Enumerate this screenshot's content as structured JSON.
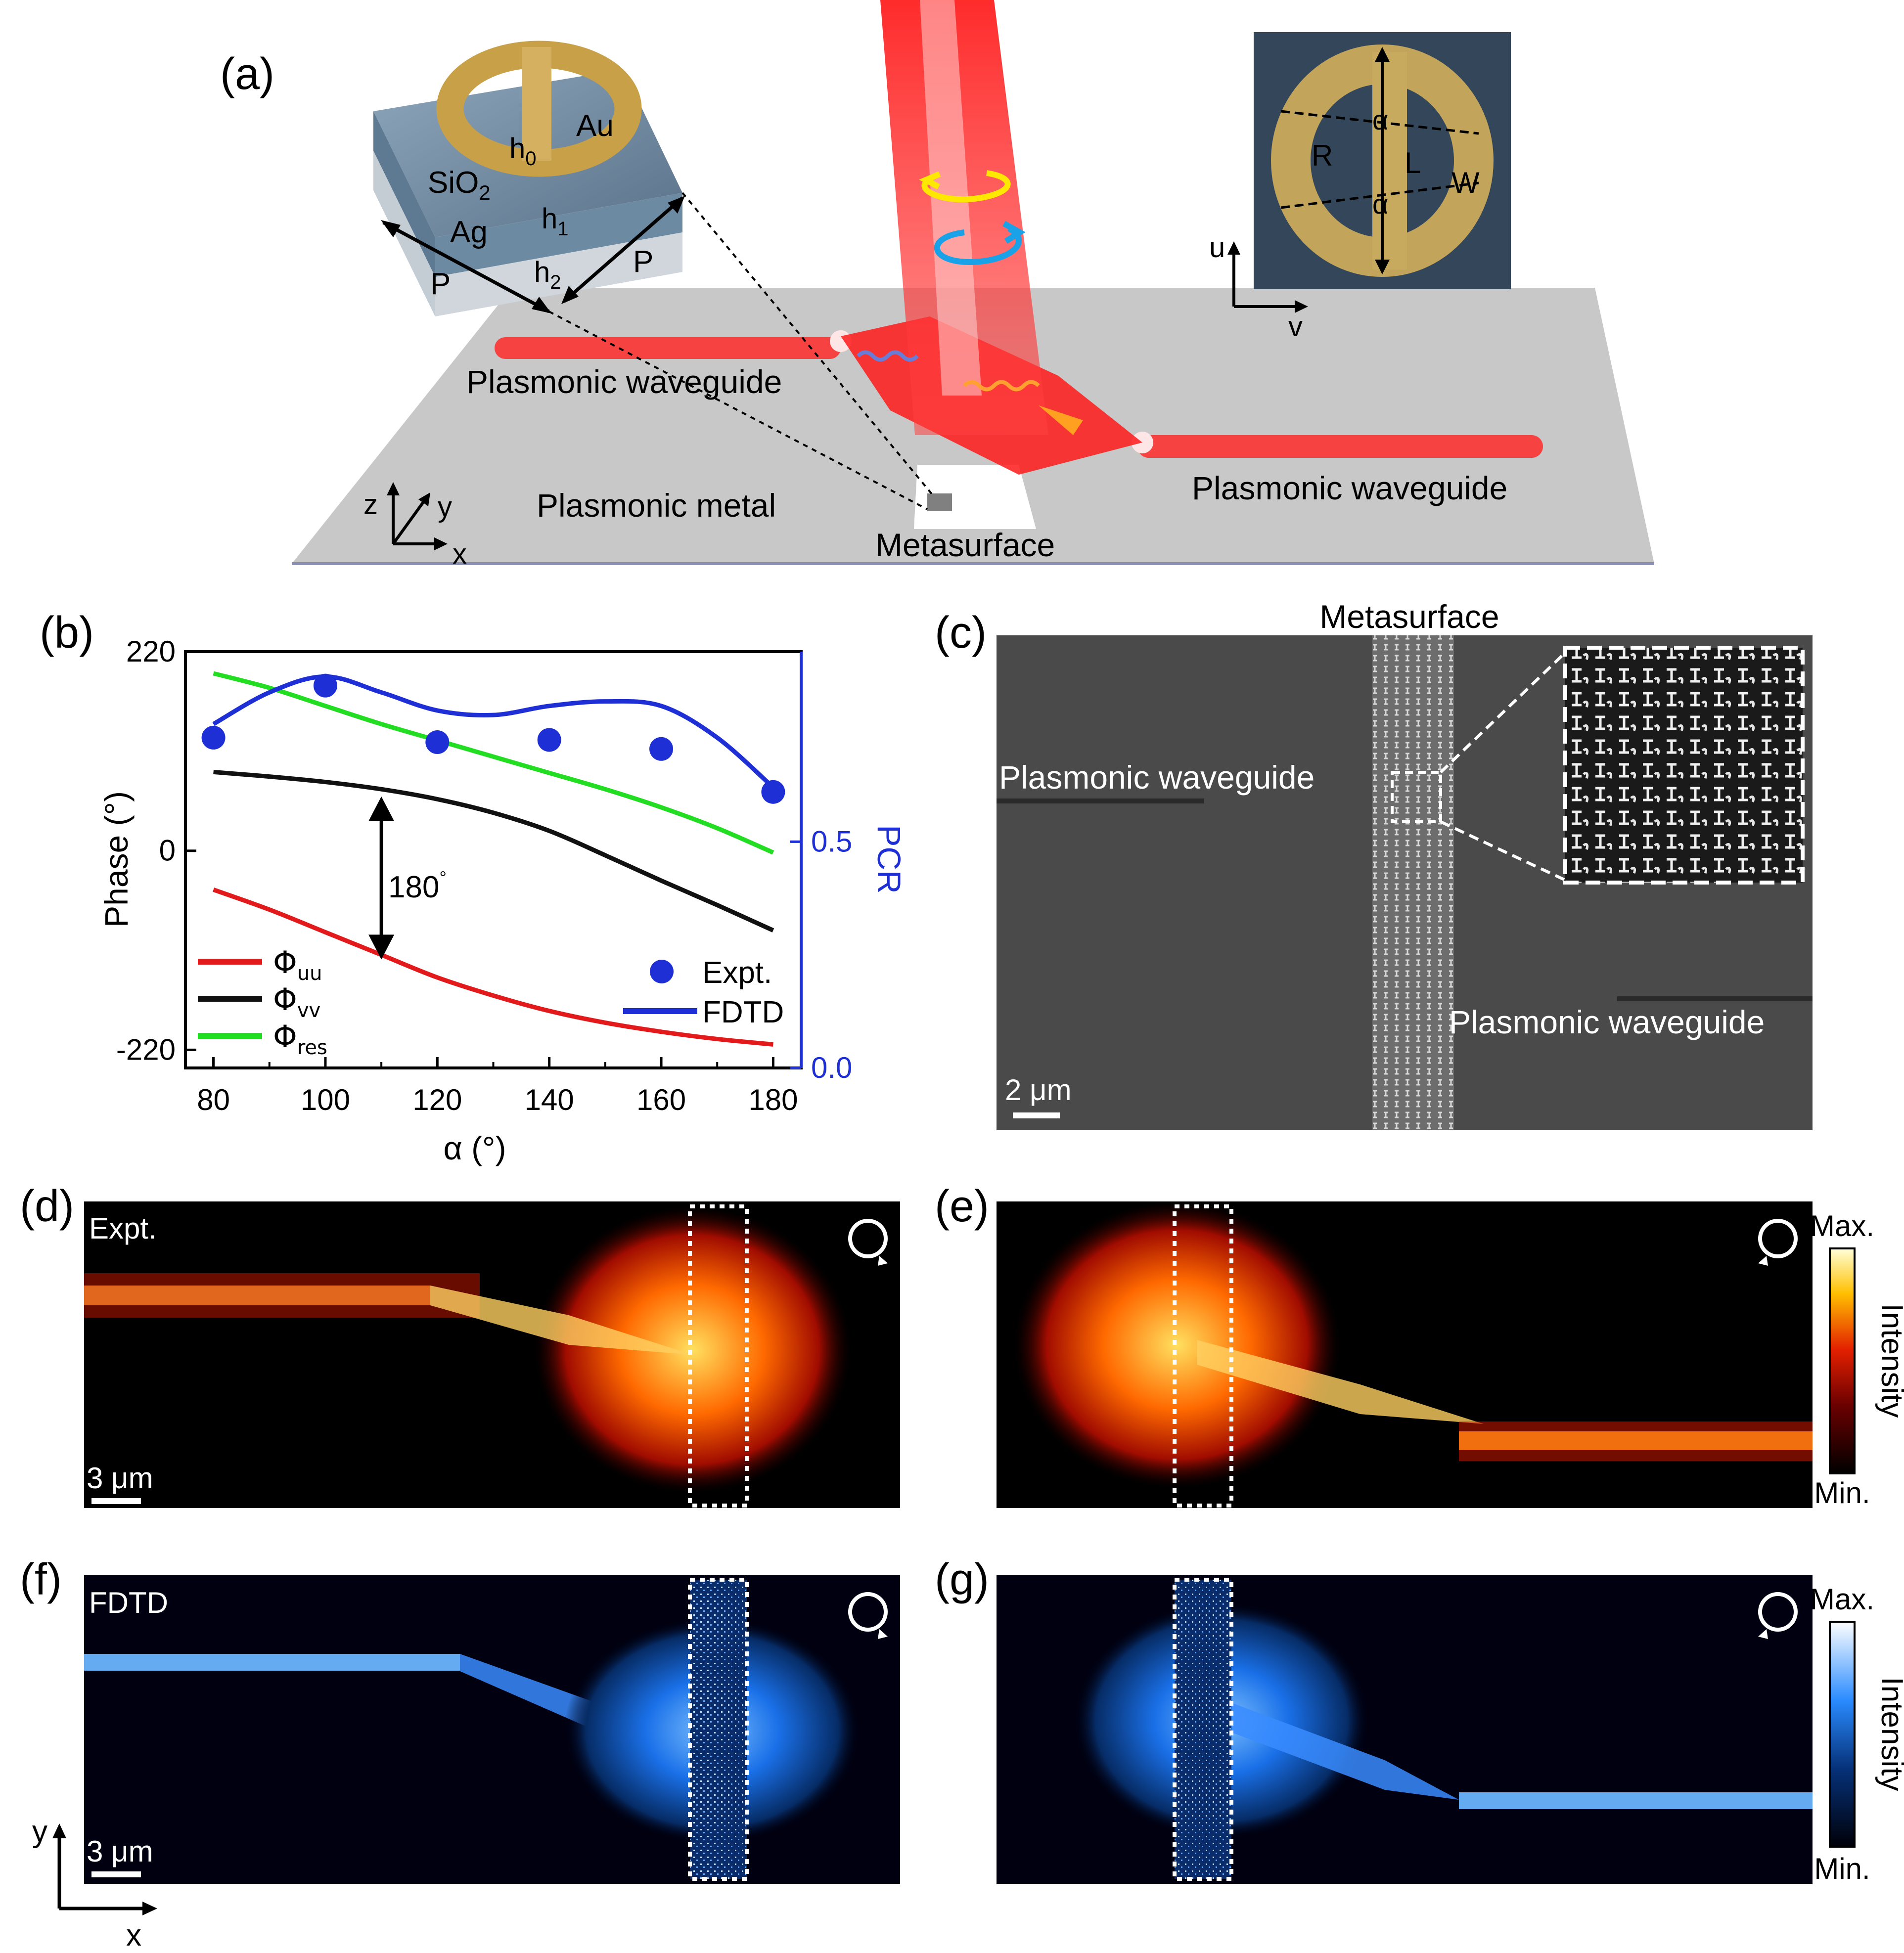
{
  "panel_labels": {
    "a": "(a)",
    "b": "(b)",
    "c": "(c)",
    "d": "(d)",
    "e": "(e)",
    "f": "(f)",
    "g": "(g)"
  },
  "panel_a": {
    "layers": {
      "top": "Au",
      "middle": "SiO2",
      "bottom": "Ag"
    },
    "layer_middle_base": "SiO",
    "layer_middle_sub": "2",
    "heights": {
      "h0": "h",
      "h0_sub": "0",
      "h1": "h",
      "h1_sub": "1",
      "h2": "h",
      "h2_sub": "2"
    },
    "period_labels": [
      "P",
      "P"
    ],
    "waveguide_left": "Plasmonic waveguide",
    "waveguide_right": "Plasmonic waveguide",
    "metal_label": "Plasmonic metal",
    "metasurface_label": "Metasurface",
    "axes": {
      "z": "z",
      "y": "y",
      "x": "x"
    },
    "inset": {
      "R": "R",
      "L": "L",
      "W": "W",
      "alpha_top": "α",
      "alpha_bottom": "α",
      "u": "u",
      "v": "v"
    }
  },
  "chart_data": {
    "type": "line",
    "xlabel": "α (°)",
    "ylabel": "Phase (°)",
    "ylabel_right": "PCR",
    "xlim": [
      75,
      185
    ],
    "ylim": [
      -240,
      220
    ],
    "ylim_right": [
      0.0,
      0.92
    ],
    "x_ticks": [
      80,
      100,
      120,
      140,
      160,
      180
    ],
    "y_ticks": [
      "220",
      "0",
      "-220"
    ],
    "y_tick_values": [
      220,
      0,
      -220
    ],
    "y_right_ticks": [
      "0.0",
      "0.5"
    ],
    "y_right_tick_values": [
      0.0,
      0.5
    ],
    "annotation": "180°",
    "annotation_main": "180",
    "annotation_deg": "°",
    "annotation_x": 110,
    "annotation_y_top": 60,
    "annotation_y_bottom": -120,
    "legend_placement": [
      "bottom-left",
      "bottom-right"
    ],
    "series": [
      {
        "name": "Φuu",
        "label_base": "Φ",
        "label_sub": "uu",
        "color": "#e31a1c",
        "axis": "left",
        "x": [
          80,
          90,
          100,
          110,
          120,
          130,
          140,
          150,
          160,
          170,
          180
        ],
        "y": [
          -43,
          -65,
          -90,
          -115,
          -140,
          -160,
          -177,
          -190,
          -200,
          -208,
          -214
        ]
      },
      {
        "name": "Φvv",
        "label_base": "Φ",
        "label_sub": "vv",
        "color": "#111111",
        "axis": "left",
        "x": [
          80,
          90,
          100,
          110,
          120,
          130,
          140,
          150,
          160,
          170,
          180
        ],
        "y": [
          87,
          82,
          76,
          68,
          57,
          42,
          22,
          -5,
          -33,
          -60,
          -88
        ]
      },
      {
        "name": "Φres",
        "label_base": "Φ",
        "label_sub": "res",
        "color": "#22dd22",
        "axis": "left",
        "x": [
          80,
          90,
          100,
          110,
          120,
          130,
          140,
          150,
          160,
          170,
          180
        ],
        "y": [
          196,
          180,
          160,
          140,
          122,
          104,
          86,
          68,
          48,
          25,
          -2
        ]
      },
      {
        "name": "Expt.",
        "type": "scatter",
        "color": "#1f2fd6",
        "axis": "right",
        "x": [
          80,
          100,
          120,
          140,
          160,
          180
        ],
        "y": [
          0.73,
          0.845,
          0.72,
          0.725,
          0.705,
          0.61
        ]
      },
      {
        "name": "FDTD",
        "color": "#1f2fd6",
        "axis": "right",
        "x": [
          80,
          90,
          100,
          110,
          120,
          130,
          140,
          150,
          160,
          170,
          180
        ],
        "y": [
          0.76,
          0.83,
          0.865,
          0.83,
          0.79,
          0.78,
          0.8,
          0.81,
          0.8,
          0.73,
          0.62
        ]
      }
    ]
  },
  "panel_c": {
    "metasurface_label": "Metasurface",
    "waveguide_left": "Plasmonic waveguide",
    "waveguide_right": "Plasmonic waveguide",
    "scalebar": "2 μm"
  },
  "panel_d": {
    "tag": "Expt.",
    "scalebar": "3 μm"
  },
  "panel_f": {
    "tag": "FDTD",
    "scalebar": "3 μm"
  },
  "colorbar_hot": {
    "max": "Max.",
    "min": "Min.",
    "label": "Intensity"
  },
  "colorbar_blue": {
    "max": "Max.",
    "min": "Min.",
    "label": "Intensity"
  },
  "bottom_axes": {
    "y": "y",
    "x": "x"
  },
  "colors": {
    "hot_low": "#000000",
    "hot_mid": "#e02000",
    "hot_high": "#ffffcc",
    "blue_low": "#000010",
    "blue_mid": "#1e7dff",
    "blue_high": "#ffffff",
    "sem_gray": "#4a4a4a"
  }
}
